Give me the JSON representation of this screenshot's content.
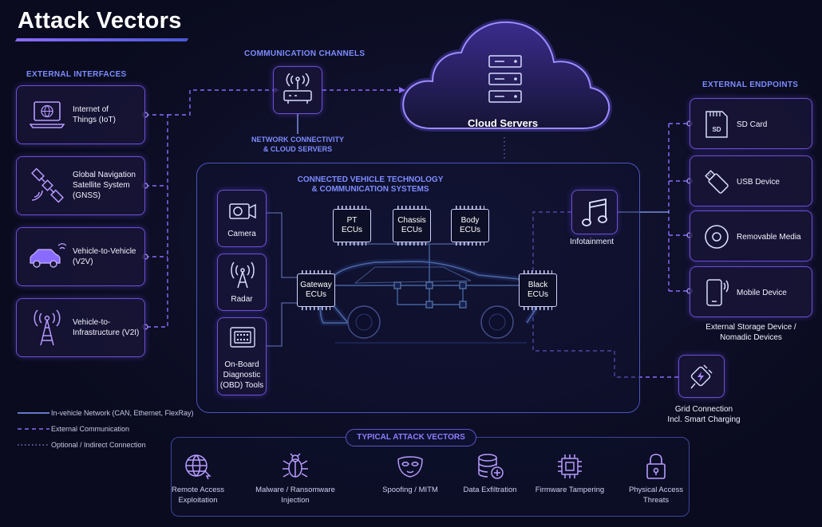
{
  "header": {
    "title": "Attack Vectors"
  },
  "sections": {
    "external_interfaces": "EXTERNAL INTERFACES",
    "communication_channels": "COMMUNICATION CHANNELS",
    "network_connectivity": [
      "NETWORK CONNECTIVITY",
      "& CLOUD SERVERS"
    ],
    "external_endpoints": "EXTERNAL ENDPOINTS",
    "vehicle_systems": [
      "CONNECTED VEHICLE TECHNOLOGY",
      "& COMMUNICATION SYSTEMS"
    ]
  },
  "cloud": {
    "label": "Cloud Servers",
    "icon": "server-rack-icon"
  },
  "external_interfaces": [
    {
      "lines": [
        "Internet of",
        "Things (IoT)"
      ],
      "icon": "laptop-globe-icon"
    },
    {
      "lines": [
        "Global Navigation",
        "Satellite System",
        "(GNSS)"
      ],
      "icon": "satellite-icon"
    },
    {
      "lines": [
        "Vehicle-to-Vehicle",
        "(V2V)"
      ],
      "icon": "car-signal-icon"
    },
    {
      "lines": [
        "Vehicle-to-",
        "Infrastructure (V2I)"
      ],
      "icon": "antenna-tower-icon"
    }
  ],
  "comm_router": {
    "icon": "router-icon"
  },
  "sensors": [
    {
      "lines": [
        "Camera"
      ],
      "icon": "camera-icon"
    },
    {
      "lines": [
        "Radar"
      ],
      "icon": "radar-icon"
    },
    {
      "lines": [
        "On-Board",
        "Diagnostic",
        "(OBD) Tools"
      ],
      "icon": "obd-device-icon"
    }
  ],
  "ecus": [
    {
      "lines": [
        "PT",
        "ECUs"
      ]
    },
    {
      "lines": [
        "Chassis",
        "ECUs"
      ]
    },
    {
      "lines": [
        "Body",
        "ECUs"
      ]
    },
    {
      "lines": [
        "Gateway",
        "ECUs"
      ]
    },
    {
      "lines": [
        "Black",
        "ECUs"
      ]
    }
  ],
  "infotainment": {
    "label": "Infotainment",
    "icon": "music-note-icon"
  },
  "external_endpoints": [
    {
      "label": "SD Card",
      "icon": "sd-card-icon",
      "icon_text": "SD"
    },
    {
      "label": "USB Device",
      "icon": "usb-icon"
    },
    {
      "label": "Removable Media",
      "icon": "disc-icon"
    },
    {
      "label": "Mobile Device",
      "icon": "smartphone-icon"
    }
  ],
  "endpoints_caption": [
    "External Storage Device /",
    "Nomadic Devices"
  ],
  "grid": {
    "lines": [
      "Grid Connection",
      "Incl. Smart Charging"
    ],
    "icon": "charging-plug-icon"
  },
  "legend": [
    {
      "label": "In-vehicle Network (CAN, Ethernet, FlexRay)",
      "style": "solid"
    },
    {
      "label": "External Communication",
      "style": "dashed"
    },
    {
      "label": "Optional / Indirect Connection",
      "style": "dotted"
    }
  ],
  "attack_vectors": {
    "title": "TYPICAL ATTACK VECTORS",
    "items": [
      {
        "lines": [
          "Remote Access",
          "Exploitation"
        ],
        "icon": "globe-icon"
      },
      {
        "lines": [
          "Malware / Ransomware",
          "Injection"
        ],
        "icon": "bug-icon"
      },
      {
        "lines": [
          "Spoofing / MITM"
        ],
        "icon": "mask-icon"
      },
      {
        "lines": [
          "Data Exfiltration"
        ],
        "icon": "database-icon"
      },
      {
        "lines": [
          "Firmware Tampering"
        ],
        "icon": "chip-icon"
      },
      {
        "lines": [
          "Physical Access",
          "Threats"
        ],
        "icon": "padlock-icon"
      }
    ]
  },
  "colors": {
    "accent_purple": "#8a6bff",
    "line_blue": "#6c8dff",
    "card_border": "#6e4fd8",
    "background": "#0a0b1e"
  }
}
